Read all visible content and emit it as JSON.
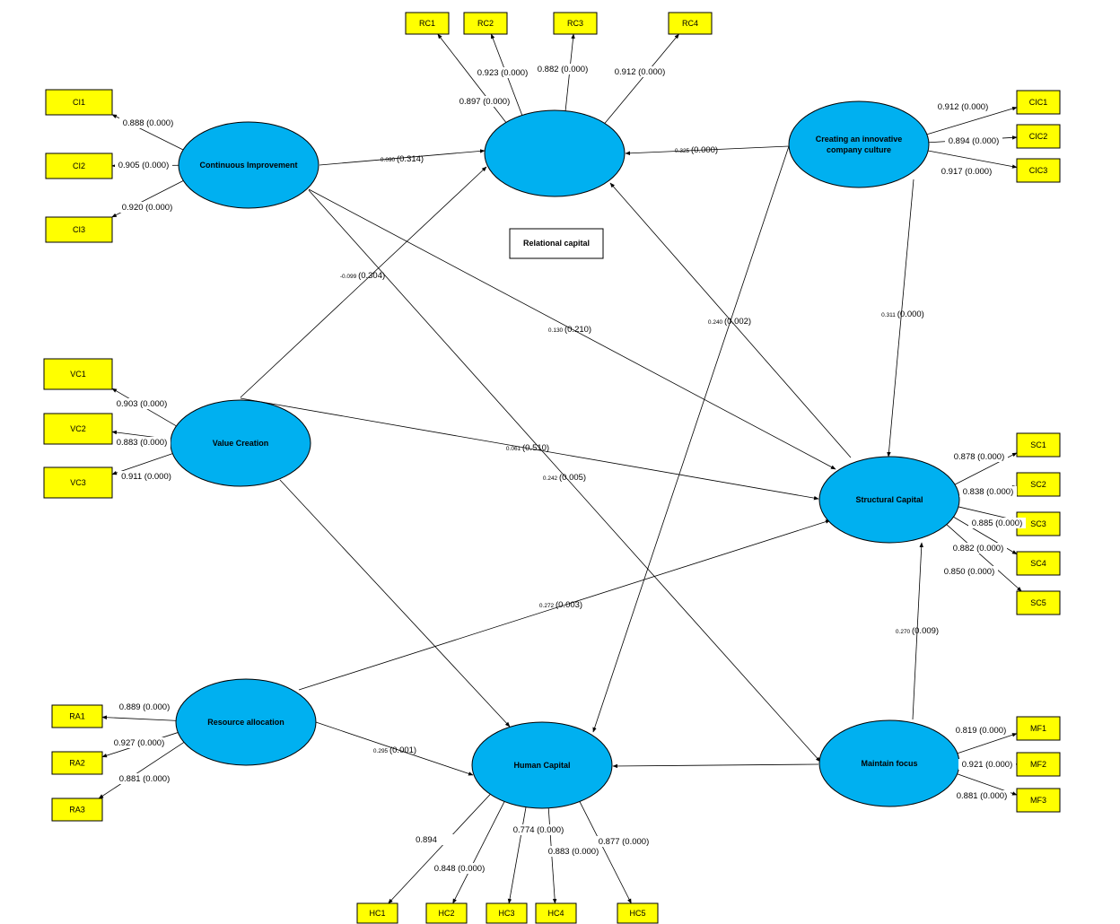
{
  "title_label": "Relational capital",
  "constructs": [
    {
      "id": "CI",
      "label": "Continuous Improvement"
    },
    {
      "id": "RC",
      "label": ""
    },
    {
      "id": "CIC",
      "label": "Creating an innovative company culture"
    },
    {
      "id": "VC",
      "label": "Value Creation"
    },
    {
      "id": "SC",
      "label": "Structural Capital"
    },
    {
      "id": "RA",
      "label": "Resource allocation"
    },
    {
      "id": "HC",
      "label": "Human Capital"
    },
    {
      "id": "MF",
      "label": "Maintain focus"
    }
  ],
  "indicators": [
    {
      "id": "RC1",
      "label": "RC1",
      "construct": "RC",
      "loading": "0.897 (0.000)"
    },
    {
      "id": "RC2",
      "label": "RC2",
      "construct": "RC",
      "loading": "0.923 (0.000)"
    },
    {
      "id": "RC3",
      "label": "RC3",
      "construct": "RC",
      "loading": "0.882 (0.000)"
    },
    {
      "id": "RC4",
      "label": "RC4",
      "construct": "RC",
      "loading": "0.912 (0.000)"
    },
    {
      "id": "CI1",
      "label": "CI1",
      "construct": "CI",
      "loading": "0.888 (0.000)"
    },
    {
      "id": "CI2",
      "label": "CI2",
      "construct": "CI",
      "loading": "0.905 (0.000)"
    },
    {
      "id": "CI3",
      "label": "CI3",
      "construct": "CI",
      "loading": "0.920 (0.000)"
    },
    {
      "id": "CIC1",
      "label": "CIC1",
      "construct": "CIC",
      "loading": "0.912 (0.000)"
    },
    {
      "id": "CIC2",
      "label": "CIC2",
      "construct": "CIC",
      "loading": "0.894 (0.000)"
    },
    {
      "id": "CIC3",
      "label": "CIC3",
      "construct": "CIC",
      "loading": "0.917 (0.000)"
    },
    {
      "id": "VC1",
      "label": "VC1",
      "construct": "VC",
      "loading": "0.903 (0.000)"
    },
    {
      "id": "VC2",
      "label": "VC2",
      "construct": "VC",
      "loading": "0.883 (0.000)"
    },
    {
      "id": "VC3",
      "label": "VC3",
      "construct": "VC",
      "loading": "0.911 (0.000)"
    },
    {
      "id": "SC1",
      "label": "SC1",
      "construct": "SC",
      "loading": "0.878 (0.000)"
    },
    {
      "id": "SC2",
      "label": "SC2",
      "construct": "SC",
      "loading": "0.838 (0.000)"
    },
    {
      "id": "SC3",
      "label": "SC3",
      "construct": "SC",
      "loading": "0.885 (0.000)"
    },
    {
      "id": "SC4",
      "label": "SC4",
      "construct": "SC",
      "loading": "0.882 (0.000)"
    },
    {
      "id": "SC5",
      "label": "SC5",
      "construct": "SC",
      "loading": "0.850 (0.000)"
    },
    {
      "id": "RA1",
      "label": "RA1",
      "construct": "RA",
      "loading": "0.889 (0.000)"
    },
    {
      "id": "RA2",
      "label": "RA2",
      "construct": "RA",
      "loading": "0.927 (0.000)"
    },
    {
      "id": "RA3",
      "label": "RA3",
      "construct": "RA",
      "loading": "0.881 (0.000)"
    },
    {
      "id": "MF1",
      "label": "MF1",
      "construct": "MF",
      "loading": "0.819 (0.000)"
    },
    {
      "id": "MF2",
      "label": "MF2",
      "construct": "MF",
      "loading": "0.921 (0.000)"
    },
    {
      "id": "MF3",
      "label": "MF3",
      "construct": "MF",
      "loading": "0.881 (0.000)"
    },
    {
      "id": "HC1",
      "label": "HC1",
      "construct": "HC",
      "loading": "0.894"
    },
    {
      "id": "HC2",
      "label": "HC2",
      "construct": "HC",
      "loading": "0.848 (0.000)"
    },
    {
      "id": "HC3",
      "label": "HC3",
      "construct": "HC",
      "loading": "0.774 (0.000)"
    },
    {
      "id": "HC4",
      "label": "HC4",
      "construct": "HC",
      "loading": "0.883 (0.000)"
    },
    {
      "id": "HC5",
      "label": "HC5",
      "construct": "HC",
      "loading": "0.877 (0.000)"
    }
  ],
  "paths": [
    {
      "from": "CI",
      "to": "RC",
      "coef": "0.090",
      "p": "(0.314)"
    },
    {
      "from": "CIC",
      "to": "RC",
      "coef": "0.325",
      "p": "(0.000)"
    },
    {
      "from": "VC",
      "to": "RC",
      "coef": "-0.099",
      "p": "(0.304)"
    },
    {
      "from": "SC",
      "to": "RC",
      "coef": "0.240",
      "p": "(0.002)"
    },
    {
      "from": "CI",
      "to": "SC",
      "coef": "0.130",
      "p": "(0.210)"
    },
    {
      "from": "CIC",
      "to": "SC",
      "coef": "0.311",
      "p": "(0.000)"
    },
    {
      "from": "VC",
      "to": "SC",
      "coef": "0.061",
      "p": "(0.510)"
    },
    {
      "from": "CI",
      "to": "MF",
      "coef": "0.242",
      "p": "(0.005)"
    },
    {
      "from": "RA",
      "to": "SC",
      "coef": "0.272",
      "p": "(0.003)"
    },
    {
      "from": "MF",
      "to": "SC",
      "coef": "0.270",
      "p": "(0.009)"
    },
    {
      "from": "RA",
      "to": "HC",
      "coef": "0.295",
      "p": "(0.001)"
    },
    {
      "from": "VC",
      "to": "HC",
      "coef": "",
      "p": ""
    },
    {
      "from": "CIC",
      "to": "HC",
      "coef": "",
      "p": ""
    },
    {
      "from": "MF",
      "to": "HC",
      "coef": "",
      "p": ""
    }
  ]
}
